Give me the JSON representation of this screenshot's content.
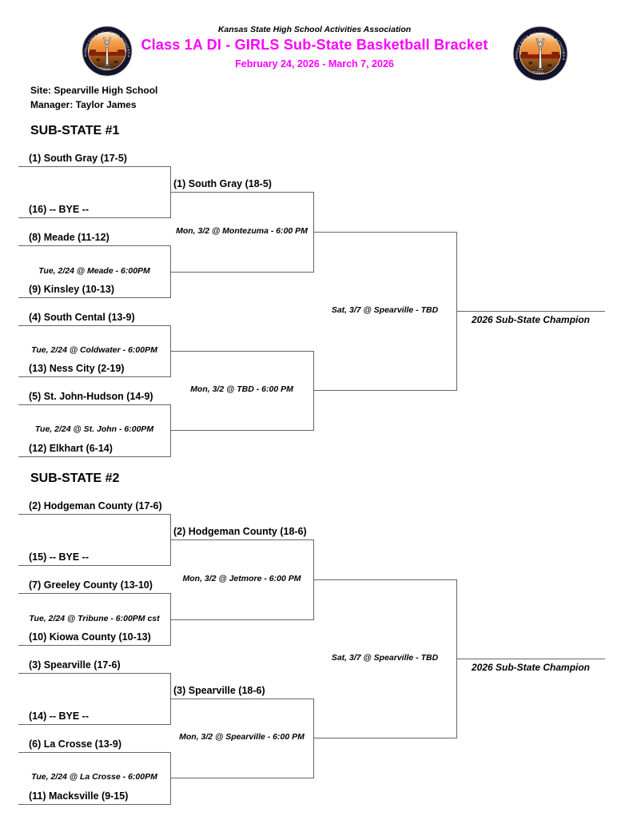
{
  "page": {
    "accent_color": "#ff00ff",
    "line_color": "#666666"
  },
  "header": {
    "association": "Kansas State High School Activities Association",
    "title": "Class 1A DI - GIRLS Sub-State Basketball Bracket",
    "date_range": "February 24, 2026 - March 7, 2026",
    "logo": {
      "name": "kshsaa-seal",
      "ring_text": "KANSAS STATE HIGH SCHOOL ACTIVITIES ASSOCIATION, INC.",
      "year_text": "•1956•"
    }
  },
  "info": {
    "site": "Site: Spearville High School",
    "manager": "Manager: Taylor James"
  },
  "brackets": [
    {
      "name": "SUB-STATE #1",
      "round1": [
        {
          "top": "(1) South Gray (17-5)",
          "bottom": "(16) -- BYE --",
          "note": ""
        },
        {
          "top": "(8) Meade (11-12)",
          "bottom": "(9) Kinsley (10-13)",
          "note": "Tue, 2/24 @ Meade - 6:00PM"
        },
        {
          "top": "(4) South Cental (13-9)",
          "bottom": "(13) Ness City (2-19)",
          "note": "Tue, 2/24 @ Coldwater - 6:00PM"
        },
        {
          "top": "(5) St. John-Hudson (14-9)",
          "bottom": "(12) Elkhart (6-14)",
          "note": "Tue, 2/24 @ St. John - 6:00PM"
        }
      ],
      "semifinals": [
        {
          "winner_label": "(1) South Gray (18-5)",
          "note": "Mon, 3/2 @ Montezuma - 6:00 PM"
        },
        {
          "winner_label": "",
          "note": "Mon, 3/2 @ TBD - 6:00 PM"
        }
      ],
      "final": {
        "note": "Sat, 3/7 @ Spearville - TBD",
        "champion_label": "2026 Sub-State Champion"
      }
    },
    {
      "name": "SUB-STATE #2",
      "round1": [
        {
          "top": "(2) Hodgeman County (17-6)",
          "bottom": "(15) -- BYE --",
          "note": ""
        },
        {
          "top": "(7) Greeley County (13-10)",
          "bottom": "(10) Kiowa County (10-13)",
          "note": "Tue, 2/24 @ Tribune - 6:00PM cst"
        },
        {
          "top": "(3) Spearville (17-6)",
          "bottom": "(14) -- BYE --",
          "note": ""
        },
        {
          "top": "(6) La Crosse (13-9)",
          "bottom": "(11) Macksville (9-15)",
          "note": "Tue, 2/24 @ La Crosse - 6:00PM"
        }
      ],
      "semifinals": [
        {
          "winner_label": "(2) Hodgeman County (18-6)",
          "note": "Mon, 3/2 @ Jetmore - 6:00 PM"
        },
        {
          "winner_label": "(3) Spearville (18-6)",
          "note": "Mon, 3/2 @ Spearville - 6:00 PM"
        }
      ],
      "final": {
        "note": "Sat, 3/7 @ Spearville - TBD",
        "champion_label": "2026 Sub-State Champion"
      }
    }
  ]
}
